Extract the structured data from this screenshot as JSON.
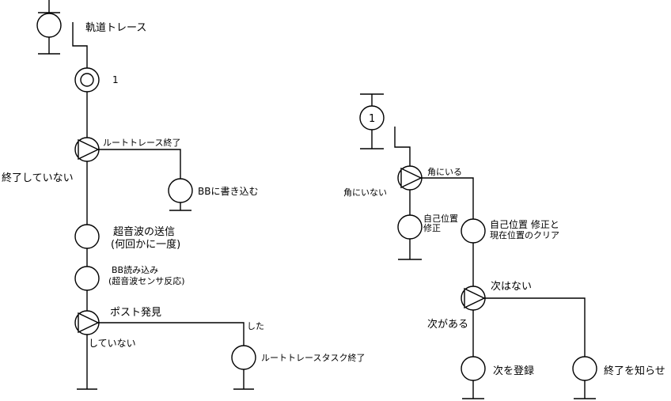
{
  "left": {
    "title": "軌道トレース",
    "start_number": "1",
    "decision1": {
      "yes": "ルートトレース終了",
      "no": "終了していない"
    },
    "bb_write": "BBに書き込む",
    "ultrasonic": {
      "line1": "超音波の送信",
      "line2": "(何回かに一度)"
    },
    "bb_read": {
      "line1": "BB読み込み",
      "line2": "(超音波センサ反応)"
    },
    "decision2": {
      "label": "ポスト発見",
      "yes": "した",
      "no": "していない"
    },
    "end_task": "ルートトレースタスク終了"
  },
  "right": {
    "connector_number": "1",
    "decision1": {
      "yes": "角にいる",
      "no": "角にいない"
    },
    "self_pos": {
      "line1": "自己位置",
      "line2": "修正"
    },
    "self_pos_clear": {
      "line1": "自己位置 修正と",
      "line2": "現在位置のクリア"
    },
    "decision2": {
      "yes": "次はない",
      "no": "次がある"
    },
    "register_next": "次を登録",
    "notify_end": "終了を知らせ"
  }
}
